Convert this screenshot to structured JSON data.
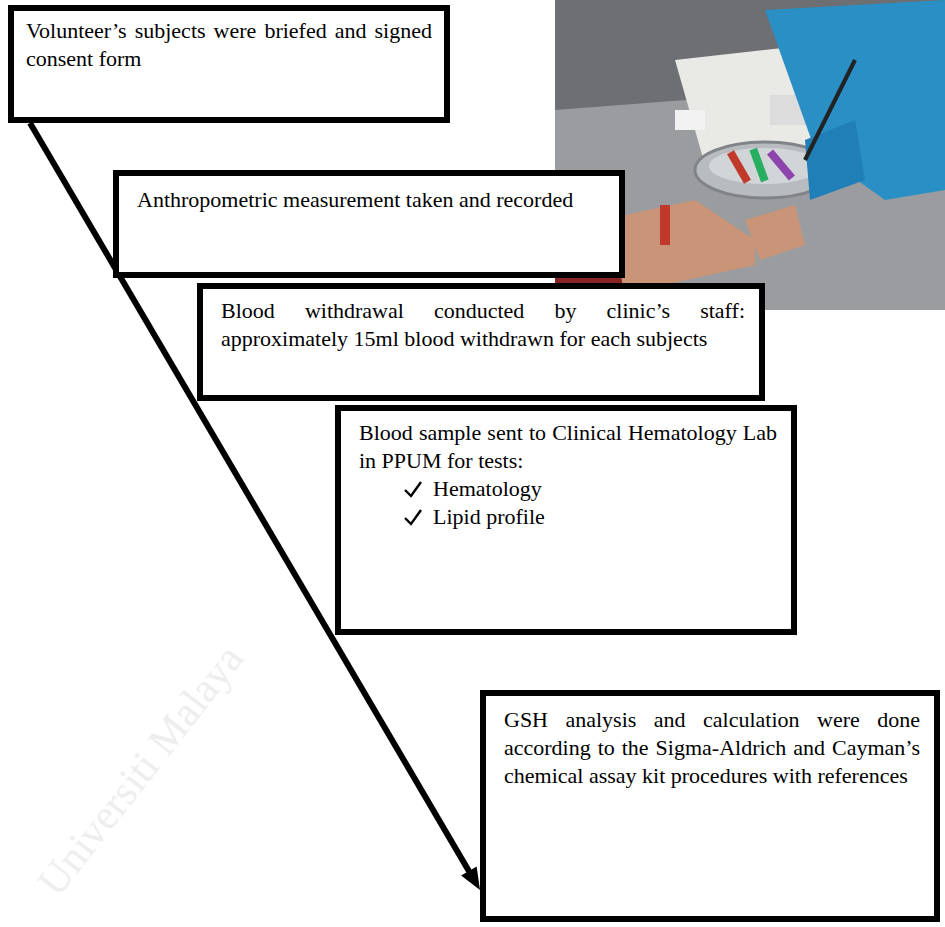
{
  "diagram": {
    "nodes": [
      {
        "text": [
          "Volunteer’s subjects were briefed and signed consent form"
        ]
      },
      {
        "text": [
          "Anthropometric measurement taken and recorded"
        ]
      },
      {
        "text": [
          "Blood withdrawal conducted by clinic’s staff: approximately 15ml blood withdrawn for each subjects"
        ]
      },
      {
        "text": [
          "Blood sample sent to Clinical Hematology Lab in PPUM for tests:",
          "Hematology",
          "Lipid profile"
        ]
      },
      {
        "text": [
          "GSH analysis and calculation were done according to the Sigma-Aldrich and Cayman’s chemical assay kit procedures with references"
        ]
      }
    ],
    "edges": [
      {
        "from": 0,
        "to": 4,
        "arrow": "to"
      }
    ],
    "labels": [
      "Universiti Malaya"
    ]
  }
}
